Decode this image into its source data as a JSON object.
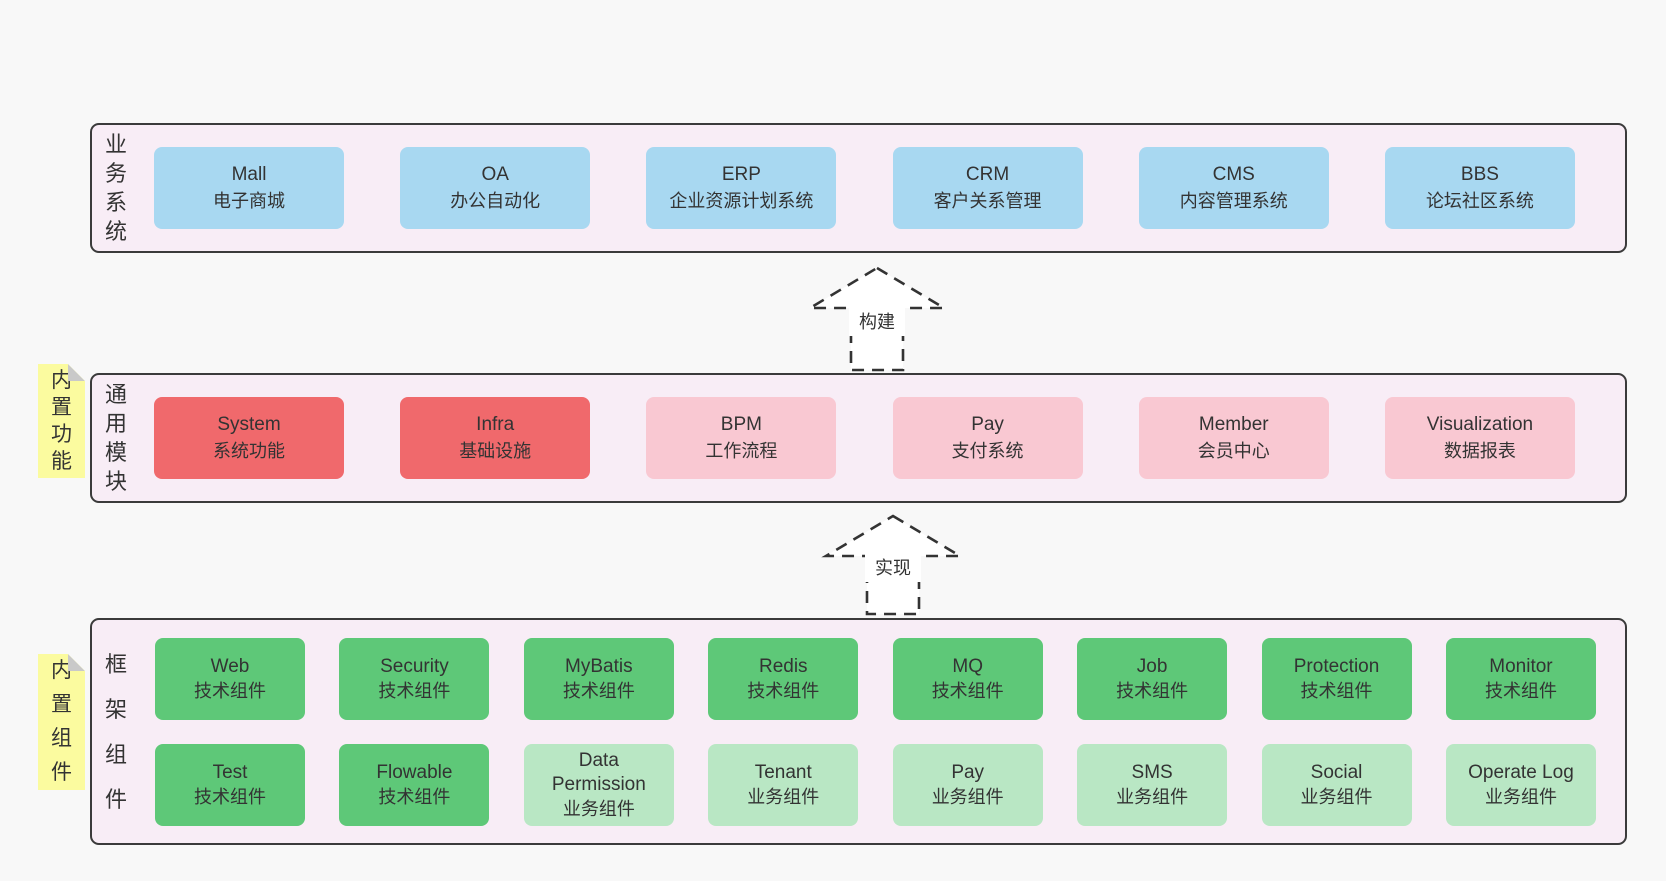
{
  "colors": {
    "page_bg": "#f8f8f8",
    "container_bg": "#f8edf6",
    "container_border": "#3b3b3b",
    "blue": "#a8d8f1",
    "red": "#f0696c",
    "pink": "#f9c8d2",
    "green": "#5ec878",
    "green_light": "#b9e7c4",
    "note_bg": "#fbfb9f",
    "note_fold": "#c9c9c9",
    "text": "#333333",
    "arrow_stroke": "#333333",
    "arrow_fill": "#ffffff"
  },
  "arrows": [
    {
      "label": "构建"
    },
    {
      "label": "实现"
    }
  ],
  "layers": [
    {
      "label": "业务系统",
      "rows": [
        [
          {
            "title": "Mall",
            "subtitle": "电子商城",
            "color": "blue"
          },
          {
            "title": "OA",
            "subtitle": "办公自动化",
            "color": "blue"
          },
          {
            "title": "ERP",
            "subtitle": "企业资源计划系统",
            "color": "blue"
          },
          {
            "title": "CRM",
            "subtitle": "客户关系管理",
            "color": "blue"
          },
          {
            "title": "CMS",
            "subtitle": "内容管理系统",
            "color": "blue"
          },
          {
            "title": "BBS",
            "subtitle": "论坛社区系统",
            "color": "blue"
          }
        ]
      ]
    },
    {
      "label": "通用模块",
      "note": "内置功能",
      "rows": [
        [
          {
            "title": "System",
            "subtitle": "系统功能",
            "color": "red"
          },
          {
            "title": "Infra",
            "subtitle": "基础设施",
            "color": "red"
          },
          {
            "title": "BPM",
            "subtitle": "工作流程",
            "color": "pink"
          },
          {
            "title": "Pay",
            "subtitle": "支付系统",
            "color": "pink"
          },
          {
            "title": "Member",
            "subtitle": "会员中心",
            "color": "pink"
          },
          {
            "title": "Visualization",
            "subtitle": "数据报表",
            "color": "pink"
          }
        ]
      ]
    },
    {
      "label": "框架组件",
      "note": "内置组件",
      "rows": [
        [
          {
            "title": "Web",
            "subtitle": "技术组件",
            "color": "green"
          },
          {
            "title": "Security",
            "subtitle": "技术组件",
            "color": "green"
          },
          {
            "title": "MyBatis",
            "subtitle": "技术组件",
            "color": "green"
          },
          {
            "title": "Redis",
            "subtitle": "技术组件",
            "color": "green"
          },
          {
            "title": "MQ",
            "subtitle": "技术组件",
            "color": "green"
          },
          {
            "title": "Job",
            "subtitle": "技术组件",
            "color": "green"
          },
          {
            "title": "Protection",
            "subtitle": "技术组件",
            "color": "green"
          },
          {
            "title": "Monitor",
            "subtitle": "技术组件",
            "color": "green"
          }
        ],
        [
          {
            "title": "Test",
            "subtitle": "技术组件",
            "color": "green"
          },
          {
            "title": "Flowable",
            "subtitle": "技术组件",
            "color": "green"
          },
          {
            "title": "Data Permission",
            "subtitle": "业务组件",
            "color": "green-light"
          },
          {
            "title": "Tenant",
            "subtitle": "业务组件",
            "color": "green-light"
          },
          {
            "title": "Pay",
            "subtitle": "业务组件",
            "color": "green-light"
          },
          {
            "title": "SMS",
            "subtitle": "业务组件",
            "color": "green-light"
          },
          {
            "title": "Social",
            "subtitle": "业务组件",
            "color": "green-light"
          },
          {
            "title": "Operate Log",
            "subtitle": "业务组件",
            "color": "green-light"
          }
        ]
      ]
    }
  ]
}
